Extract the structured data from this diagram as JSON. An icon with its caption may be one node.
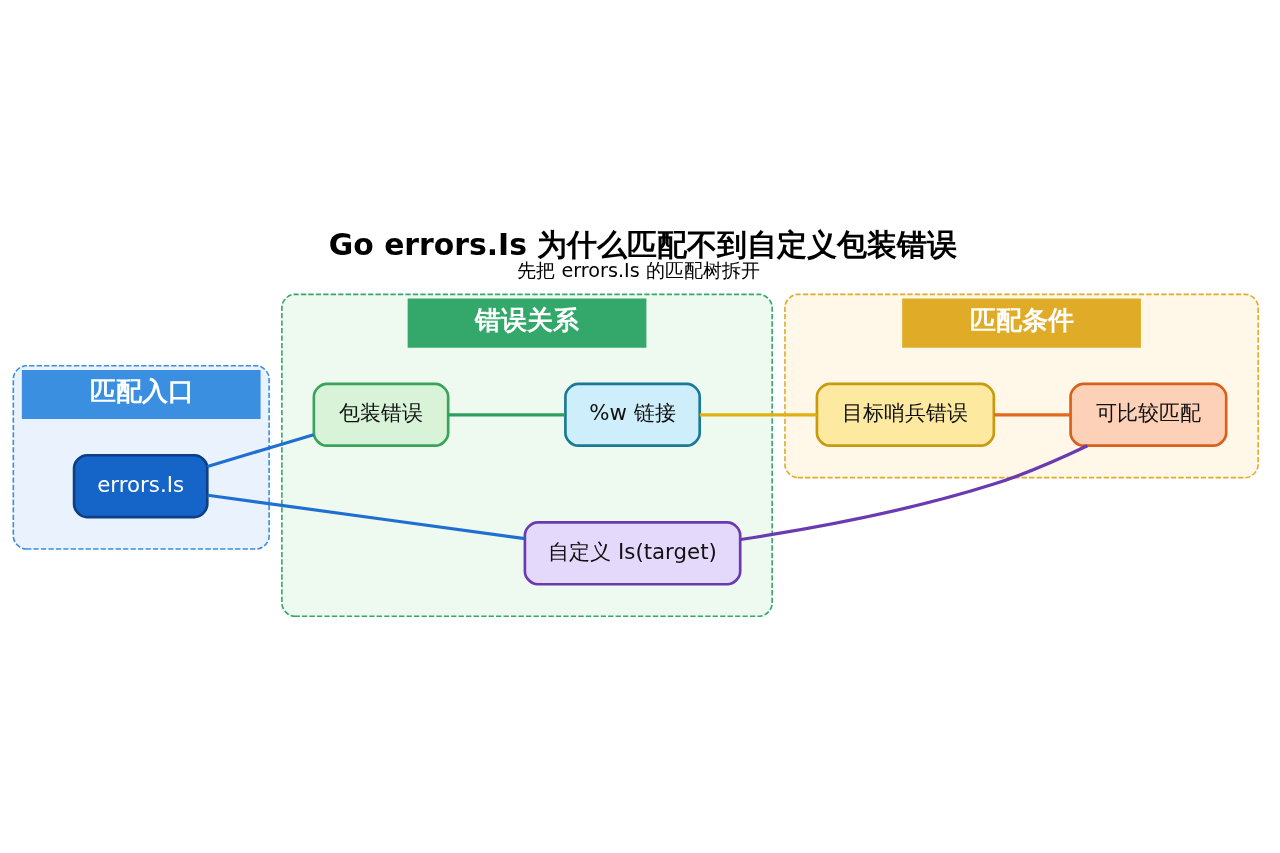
{
  "diagram": {
    "title": "Go errors.Is 为什么匹配不到自定义包装错误",
    "caption": "先把 errors.Is 的匹配树拆开",
    "nodes": [
      {
        "text": [
          "匹配入口"
        ]
      },
      {
        "text": [
          "errors.Is"
        ],
        "in": 0
      },
      {
        "text": [
          "错误关系"
        ]
      },
      {
        "text": [
          "包装错误"
        ],
        "in": 2
      },
      {
        "text": [
          "%w 链接"
        ],
        "in": 2
      },
      {
        "text": [
          "自定义 Is(target)"
        ],
        "in": 2
      },
      {
        "text": [
          "匹配条件"
        ]
      },
      {
        "text": [
          "目标哨兵错误"
        ],
        "in": 6
      },
      {
        "text": [
          "可比较匹配"
        ],
        "in": 6
      }
    ],
    "edges": [
      {
        "from": 1,
        "to": 3,
        "arrow": "none",
        "color": "#1f6fd0"
      },
      {
        "from": 1,
        "to": 5,
        "arrow": "none",
        "color": "#1f6fd0"
      },
      {
        "from": 3,
        "to": 4,
        "arrow": "none",
        "color": "#2e9e5e"
      },
      {
        "from": 4,
        "to": 7,
        "arrow": "none",
        "color": "#e0b010"
      },
      {
        "from": 7,
        "to": 8,
        "arrow": "none",
        "color": "#e06a1a"
      },
      {
        "from": 5,
        "to": 8,
        "arrow": "none",
        "color": "#6a3ab0"
      }
    ]
  }
}
